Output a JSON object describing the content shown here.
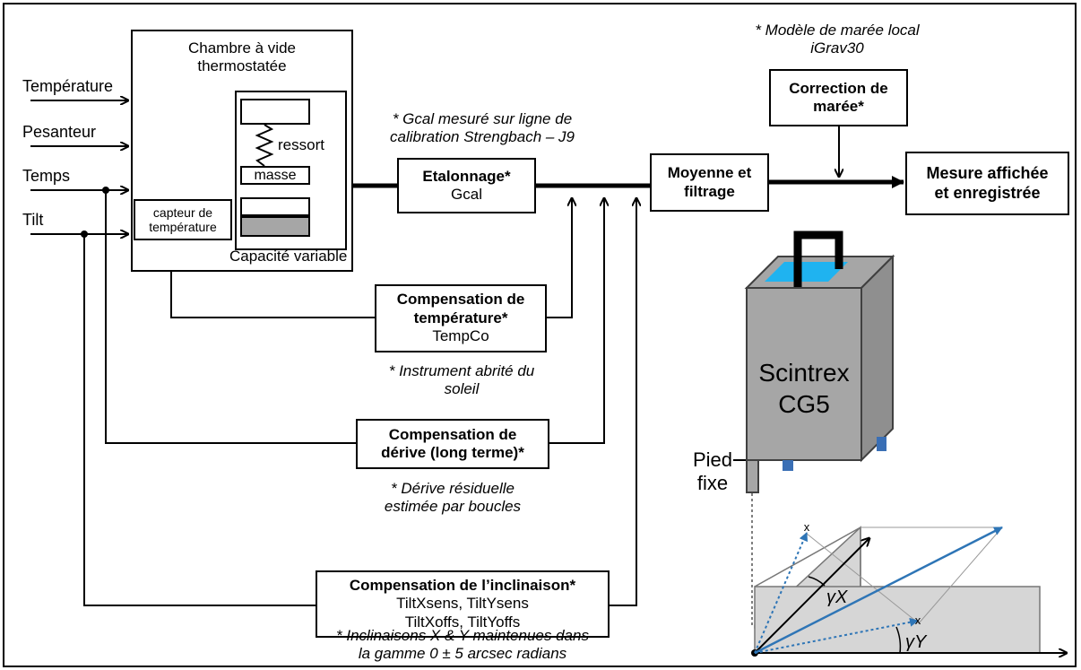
{
  "inputs": {
    "temperature": "Température",
    "pesanteur": "Pesanteur",
    "temps": "Temps",
    "tilt": "Tilt"
  },
  "chamber": {
    "title_line1": "Chambre à vide",
    "title_line2": "thermostatée",
    "spring_label": "ressort",
    "mass_label": "masse",
    "sensor_line1": "capteur de",
    "sensor_line2": "température",
    "capacitor_label": "Capacité variable"
  },
  "notes": {
    "gcal_line1": "* Gcal mesuré sur ligne de",
    "gcal_line2": "calibration Strengbach – J9",
    "tide_line1": "* Modèle de marée local",
    "tide_line2": "iGrav30",
    "sun_line1": "* Instrument abrité du",
    "sun_line2": "soleil",
    "drift_line1": "* Dérive résiduelle",
    "drift_line2": "estimée par boucles",
    "tilt_line1": "* Inclinaisons X & Y maintenues dans",
    "tilt_line2": "la gamme 0 ± 5 arcsec radians"
  },
  "blocks": {
    "etalonnage_title": "Etalonnage*",
    "etalonnage_param": "Gcal",
    "moyenne_line1": "Moyenne et",
    "moyenne_line2": "filtrage",
    "maree_line1": "Correction de",
    "maree_line2": "marée*",
    "mesure_line1": "Mesure affichée",
    "mesure_line2": "et enregistrée",
    "temp_comp_line1": "Compensation de",
    "temp_comp_line2": "température*",
    "temp_comp_param": "TempCo",
    "drift_comp_line1": "Compensation de",
    "drift_comp_line2": "dérive (long terme)*",
    "tilt_comp_title": "Compensation de l’inclinaison*",
    "tilt_comp_param1": "TiltXsens, TiltYsens",
    "tilt_comp_param2": "TiltXoffs, TiltYoffs"
  },
  "instrument": {
    "name_line1": "Scintrex",
    "name_line2": "CG5",
    "foot_line1": "Pied",
    "foot_line2": "fixe",
    "gamma_x": "γX",
    "gamma_y": "γY",
    "colors": {
      "body": "#a6a6a6",
      "top_window": "#1fb3f0",
      "feet": "#3a6fb5",
      "vector": "#2e75b6",
      "plane": "#d6d6d6"
    }
  }
}
